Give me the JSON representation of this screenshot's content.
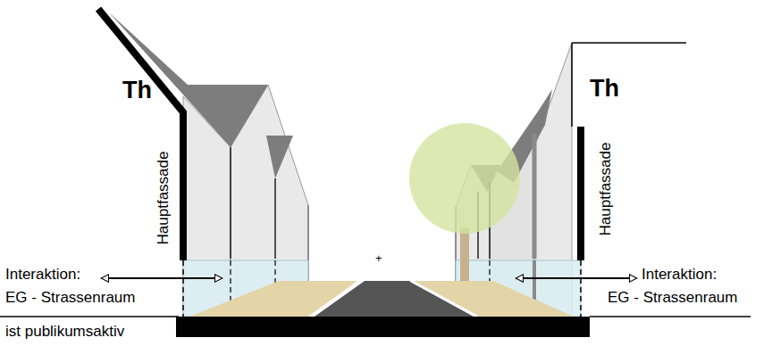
{
  "diagram": {
    "labels": [
      "Th",
      "Hauptfassade",
      "Th",
      "Hauptfassade",
      "+",
      "Interaktion:",
      "EG - Strassenraum",
      "ist publikumsaktiv",
      "Interaktion:",
      "EG - Strassenraum"
    ]
  }
}
